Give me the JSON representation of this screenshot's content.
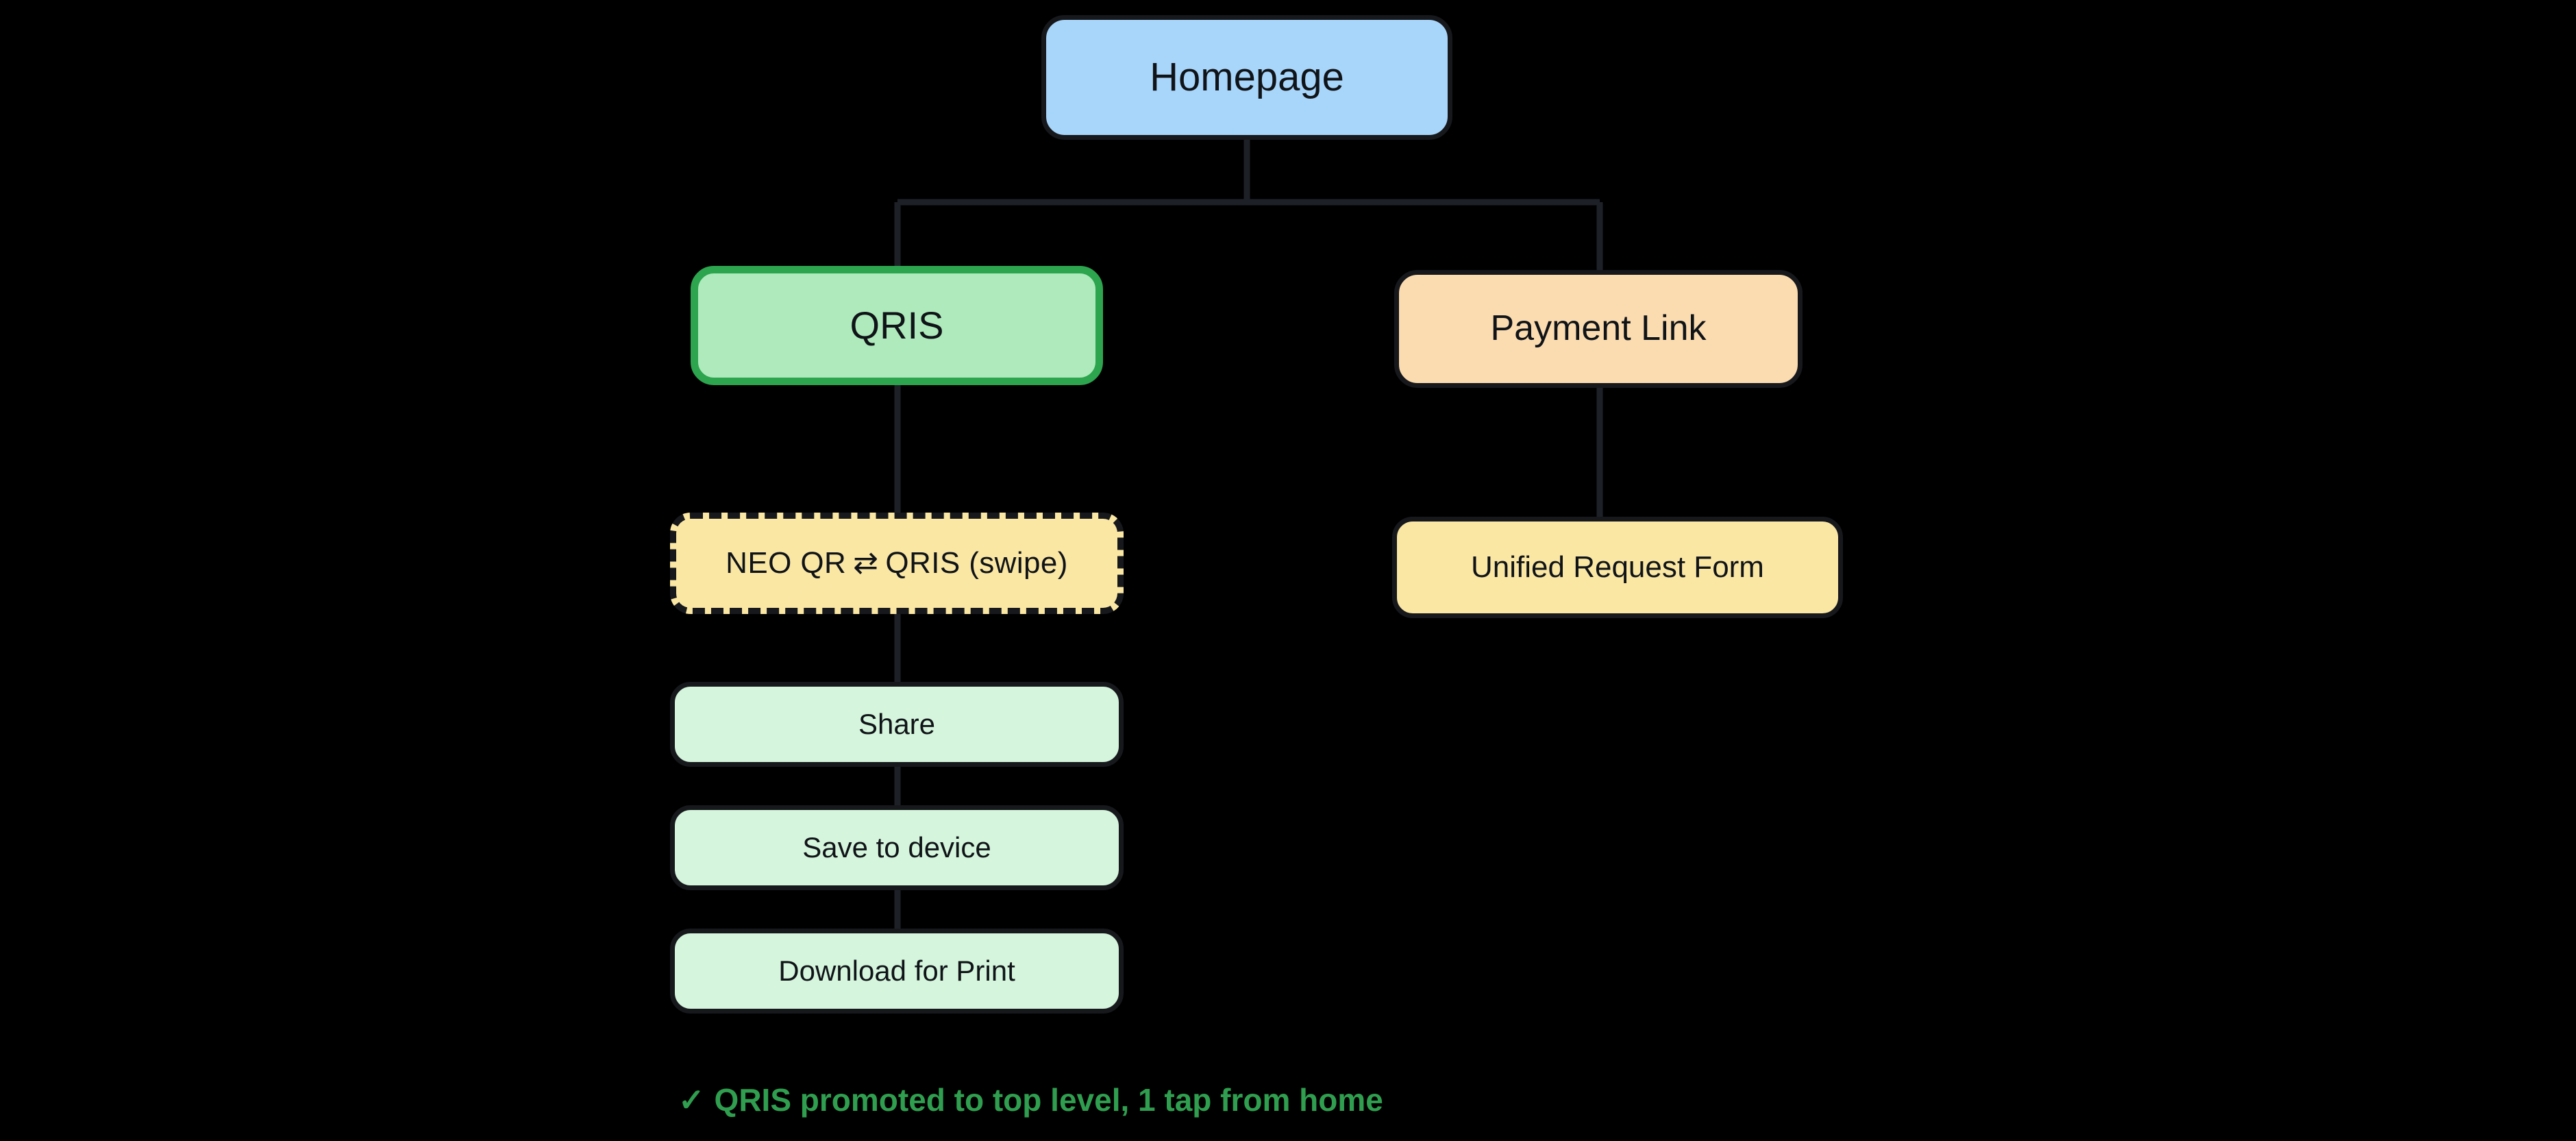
{
  "diagram": {
    "type": "flowchart",
    "direction": "top-down",
    "background_color": "#000000",
    "nodes": [
      {
        "id": "homepage",
        "label": "Homepage",
        "fill": "#a8d5fa",
        "stroke": "#16181c",
        "level": 0
      },
      {
        "id": "qris",
        "label": "QRIS",
        "fill": "#aeeabb",
        "stroke": "#2da44e",
        "level": 1,
        "highlighted": true
      },
      {
        "id": "payment-link",
        "label": "Payment Link",
        "fill": "#fbdcb0",
        "stroke": "#16181c",
        "level": 1
      },
      {
        "id": "neo-qr-swipe",
        "label_left": "NEO QR",
        "label_icon": "⇄",
        "label_right": "QRIS  (swipe)",
        "fill": "#fbe7a4",
        "stroke": "#16181c",
        "border_style": "dashed",
        "level": 2
      },
      {
        "id": "unified-request-form",
        "label": "Unified Request Form",
        "fill": "#fbe7a4",
        "stroke": "#16181c",
        "level": 2
      },
      {
        "id": "share",
        "label": "Share",
        "fill": "#d5f5dd",
        "stroke": "#16181c",
        "level": 3
      },
      {
        "id": "save-device",
        "label": "Save to device",
        "fill": "#d5f5dd",
        "stroke": "#16181c",
        "level": 4
      },
      {
        "id": "download-print",
        "label": "Download for Print",
        "fill": "#d5f5dd",
        "stroke": "#16181c",
        "level": 5
      }
    ],
    "edges": [
      {
        "from": "homepage",
        "to": "qris",
        "style": "orthogonal"
      },
      {
        "from": "homepage",
        "to": "payment-link",
        "style": "orthogonal"
      },
      {
        "from": "qris",
        "to": "neo-qr-swipe",
        "style": "straight"
      },
      {
        "from": "payment-link",
        "to": "unified-request-form",
        "style": "straight"
      },
      {
        "from": "neo-qr-swipe",
        "to": "share",
        "style": "straight"
      },
      {
        "from": "share",
        "to": "save-device",
        "style": "straight"
      },
      {
        "from": "save-device",
        "to": "download-print",
        "style": "straight"
      }
    ]
  },
  "caption": {
    "check": "✓",
    "text": "QRIS promoted to top level, 1 tap from home",
    "color": "#2f9e4f"
  }
}
